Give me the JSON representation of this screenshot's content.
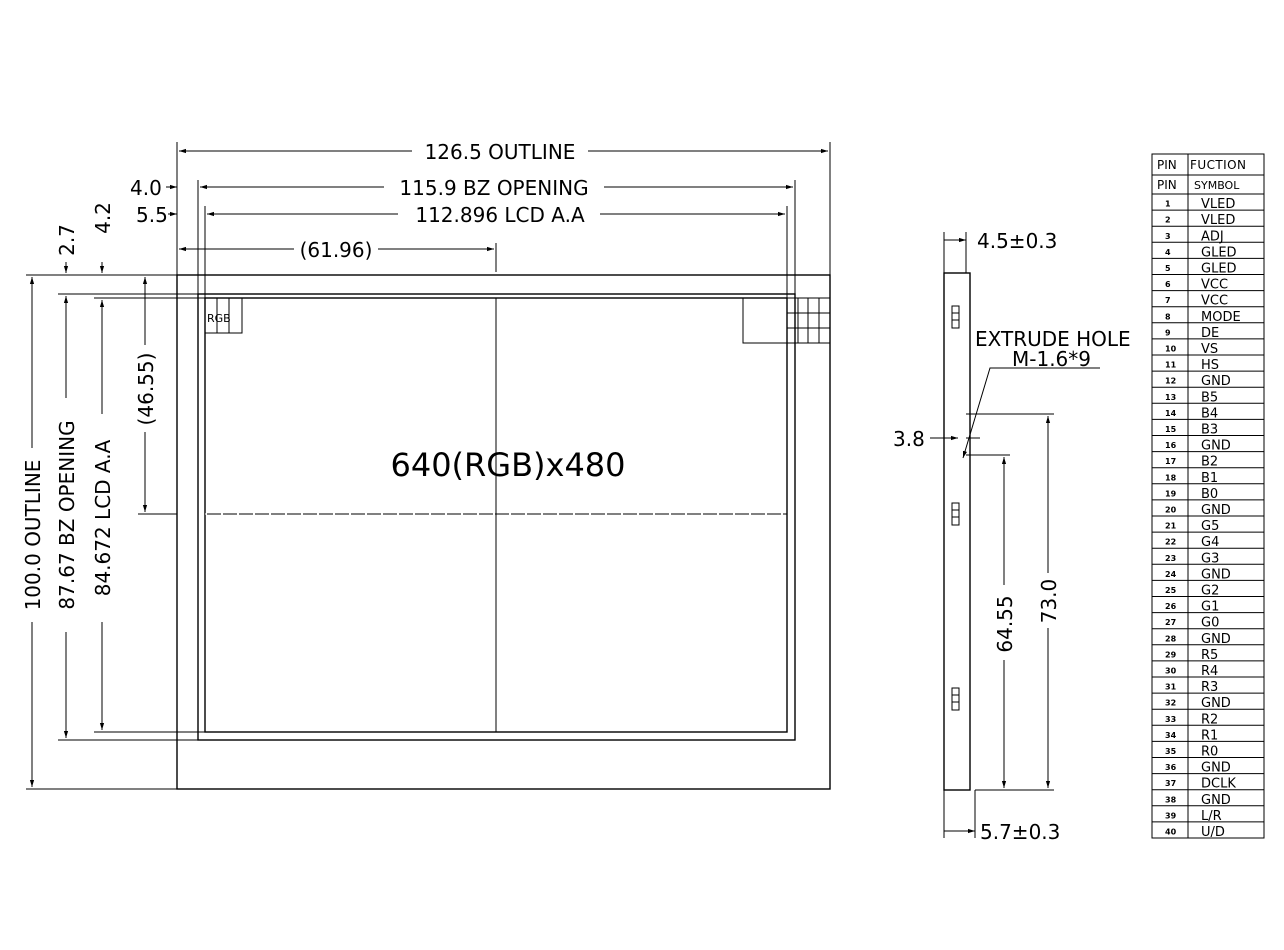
{
  "front_view": {
    "outline_width": "126.5 OUTLINE",
    "bz_opening_width": "115.9 BZ OPENING",
    "lcd_aa_width": "112.896 LCD A.A",
    "half_width": "(61.96)",
    "offset_4_0": "4.0",
    "offset_5_5": "5.5",
    "offset_2_7": "2.7",
    "offset_4_2": "4.2",
    "outline_height": "100.0 OUTLINE",
    "bz_opening_height": "87.67 BZ OPENING",
    "lcd_aa_height": "84.672 LCD A.A",
    "half_height": "(46.55)",
    "resolution": "640(RGB)x480",
    "rgb_label": "RGB"
  },
  "side_view": {
    "thickness_top": "4.5±0.3",
    "thickness_bottom": "5.7±0.3",
    "extrude_title": "EXTRUDE HOLE",
    "extrude_spec": "M-1.6*9",
    "dim_3_8": "3.8",
    "dim_64_55": "64.55",
    "dim_73_0": "73.0"
  },
  "pin_table": {
    "header_col1": "PIN",
    "header_col2": "FUCTION",
    "sub_col1": "PIN",
    "sub_col2": "SYMBOL",
    "rows": [
      {
        "pin": "1",
        "symbol": "VLED"
      },
      {
        "pin": "2",
        "symbol": "VLED"
      },
      {
        "pin": "3",
        "symbol": "ADJ"
      },
      {
        "pin": "4",
        "symbol": "GLED"
      },
      {
        "pin": "5",
        "symbol": "GLED"
      },
      {
        "pin": "6",
        "symbol": "VCC"
      },
      {
        "pin": "7",
        "symbol": "VCC"
      },
      {
        "pin": "8",
        "symbol": "MODE"
      },
      {
        "pin": "9",
        "symbol": "DE"
      },
      {
        "pin": "10",
        "symbol": "VS"
      },
      {
        "pin": "11",
        "symbol": "HS"
      },
      {
        "pin": "12",
        "symbol": "GND"
      },
      {
        "pin": "13",
        "symbol": "B5"
      },
      {
        "pin": "14",
        "symbol": "B4"
      },
      {
        "pin": "15",
        "symbol": "B3"
      },
      {
        "pin": "16",
        "symbol": "GND"
      },
      {
        "pin": "17",
        "symbol": "B2"
      },
      {
        "pin": "18",
        "symbol": "B1"
      },
      {
        "pin": "19",
        "symbol": "B0"
      },
      {
        "pin": "20",
        "symbol": "GND"
      },
      {
        "pin": "21",
        "symbol": "G5"
      },
      {
        "pin": "22",
        "symbol": "G4"
      },
      {
        "pin": "23",
        "symbol": "G3"
      },
      {
        "pin": "24",
        "symbol": "GND"
      },
      {
        "pin": "25",
        "symbol": "G2"
      },
      {
        "pin": "26",
        "symbol": "G1"
      },
      {
        "pin": "27",
        "symbol": "G0"
      },
      {
        "pin": "28",
        "symbol": "GND"
      },
      {
        "pin": "29",
        "symbol": "R5"
      },
      {
        "pin": "30",
        "symbol": "R4"
      },
      {
        "pin": "31",
        "symbol": "R3"
      },
      {
        "pin": "32",
        "symbol": "GND"
      },
      {
        "pin": "33",
        "symbol": "R2"
      },
      {
        "pin": "34",
        "symbol": "R1"
      },
      {
        "pin": "35",
        "symbol": "R0"
      },
      {
        "pin": "36",
        "symbol": "GND"
      },
      {
        "pin": "37",
        "symbol": "DCLK"
      },
      {
        "pin": "38",
        "symbol": "GND"
      },
      {
        "pin": "39",
        "symbol": "L/R"
      },
      {
        "pin": "40",
        "symbol": "U/D"
      }
    ]
  }
}
